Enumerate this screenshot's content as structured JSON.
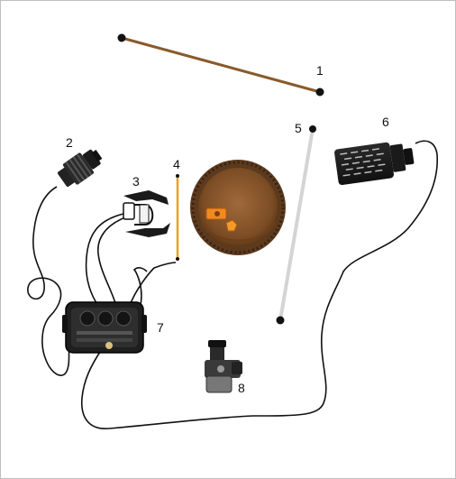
{
  "diagram": {
    "items": [
      {
        "number": "1",
        "icon": "brown-rod-icon"
      },
      {
        "number": "2",
        "icon": "cable-connector-icon"
      },
      {
        "number": "3",
        "icon": "clamp-icon"
      },
      {
        "number": "4",
        "icon": "orange-rod-icon"
      },
      {
        "number": "5",
        "icon": "silver-stand-icon"
      },
      {
        "number": "6",
        "icon": "grille-light-icon"
      },
      {
        "number": "7",
        "icon": "power-pack-icon"
      },
      {
        "number": "8",
        "icon": "camera-icon"
      }
    ],
    "colors": {
      "brown_rod": "#8a5a2b",
      "orange_rod": "#f0a020",
      "silver_stand": "#d4d4d4",
      "reflector": "#8b5a2b",
      "badge": "#f08a20"
    }
  }
}
